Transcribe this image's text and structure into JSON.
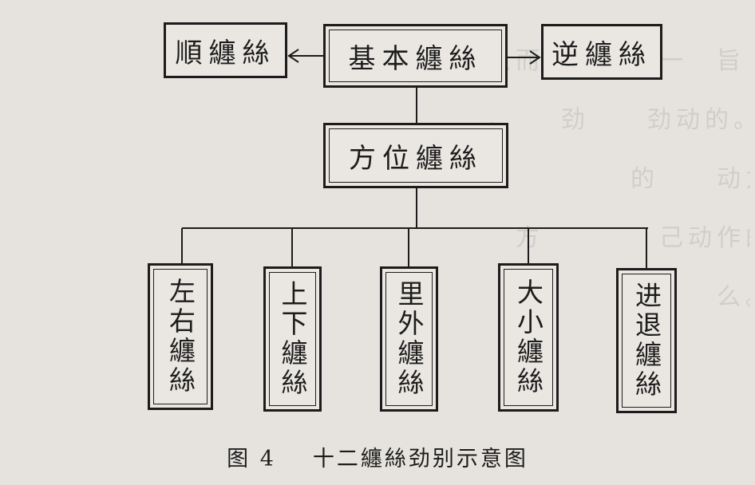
{
  "nodes": {
    "center": "基本纏絲",
    "left": "順纏絲",
    "right": "逆纏絲",
    "middle": "方位纏絲",
    "branches": [
      "左右纏絲",
      "上下纏絲",
      "里外纏絲",
      "大小纏絲",
      "进退纏絲"
    ]
  },
  "caption": {
    "figure_label": "图 4",
    "title": "十二纏絲劲别示意图"
  }
}
